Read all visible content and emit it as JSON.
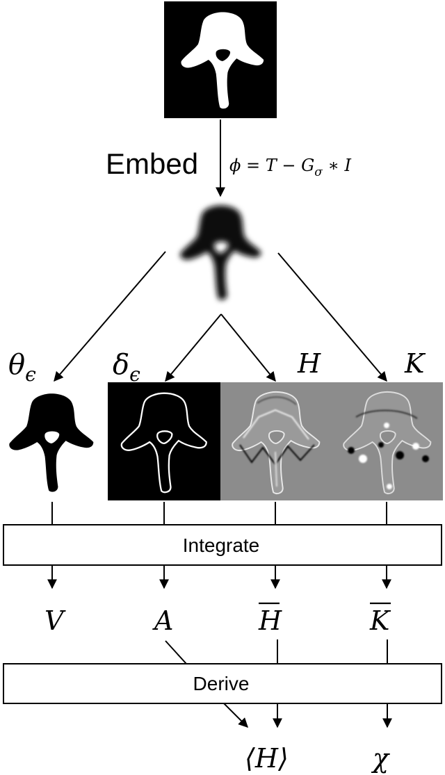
{
  "labels": {
    "embed": "Embed",
    "embed_formula": "ϕ = T − G",
    "embed_formula_sub": "σ",
    "embed_formula_tail": " ∗ I",
    "theta": "θ",
    "theta_sub": "ϵ",
    "delta": "δ",
    "delta_sub": "ϵ",
    "H": "H",
    "K": "K",
    "integrate": "Integrate",
    "derive": "Derive",
    "V": "V",
    "A": "A",
    "H_bar": "H",
    "K_bar": "K",
    "H_mean": "⟨H⟩",
    "chi": "χ"
  },
  "images": {
    "input_mask": "binary vertebra mask (white on black)",
    "embedding": "blurred dark vertebra",
    "theta_map": "black vertebra silhouette on white",
    "delta_map": "white contour on black",
    "H_map": "grey mean-curvature map",
    "K_map": "grey gaussian-curvature map"
  }
}
